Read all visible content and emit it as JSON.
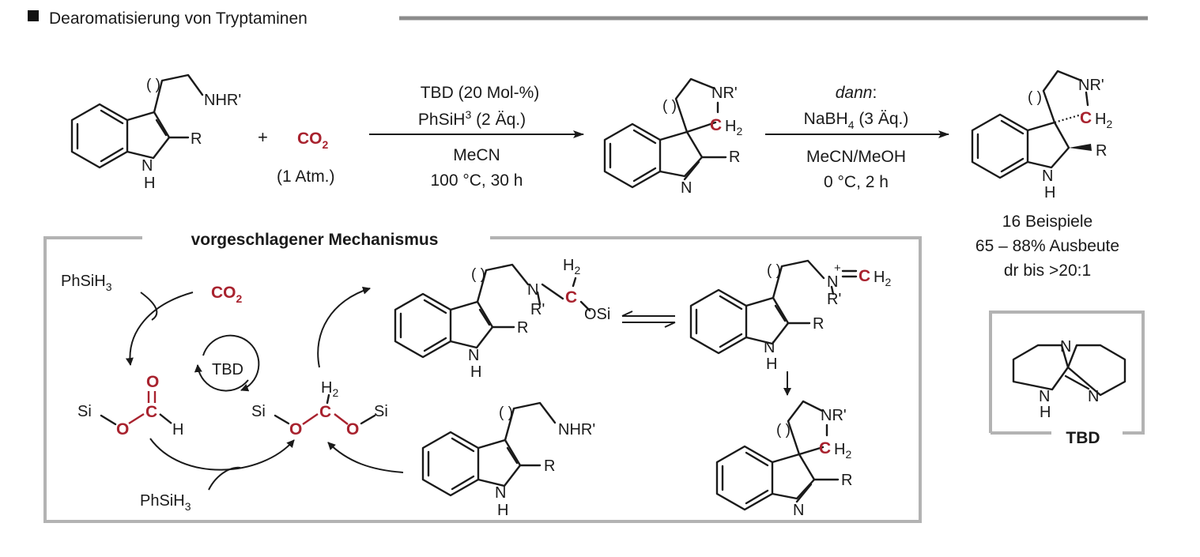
{
  "header": {
    "title": "Dearomatisierung von Tryptaminen"
  },
  "reaction": {
    "sm": {
      "nhr": "NHR'",
      "r": "R",
      "nh_n": "N",
      "nh_h": "H",
      "ring": "( )"
    },
    "plus": "+",
    "co2": "CO",
    "co2_sub": "2",
    "atm": "(1 Atm.)",
    "step1": {
      "l1": "TBD (20 Mol-%)",
      "l2_main": "PhSiH",
      "l2_sup": "3",
      "l2_rest": " (2 Äq.)",
      "l3": "MeCN",
      "l4": "100 °C, 30 h"
    },
    "int": {
      "nr": "NR'",
      "c": "C",
      "h2": "H",
      "sub2": "2",
      "r": "R",
      "n": "N",
      "ring": "( )"
    },
    "step2": {
      "l1": "dann",
      "l1_colon": ":",
      "l2_main": "NaBH",
      "l2_sub": "4",
      "l2_rest": " (3 Äq.)",
      "l3": "MeCN/MeOH",
      "l4": "0 °C, 2 h"
    },
    "prod": {
      "nr": "NR'",
      "c": "C",
      "h2": "H",
      "sub2": "2",
      "r": "R",
      "n": "N",
      "h": "H",
      "ring": "( )"
    },
    "results": {
      "l1": "16 Beispiele",
      "l2": "65 – 88% Ausbeute",
      "l3": "dr bis >20:1"
    }
  },
  "mechanism": {
    "title": "vorgeschlagener Mechanismus",
    "phsih3_top": "PhSiH",
    "phsih3_bottom": "PhSiH",
    "sub3": "3",
    "co2": "CO",
    "co2_sub": "2",
    "tbd": "TBD",
    "formate": {
      "o_top": "O",
      "c": "C",
      "si": "Si",
      "o": "O",
      "h": "H"
    },
    "acetal": {
      "h2": "H",
      "sub2": "2",
      "c": "C",
      "si_l": "Si",
      "si_r": "Si",
      "o_l": "O",
      "o_r": "O"
    },
    "amine_int": {
      "n": "N",
      "r": "R'",
      "h2": "H",
      "sub2": "2",
      "c": "C",
      "osi": "OSi",
      "rr": "R",
      "nh_n": "N",
      "nh_h": "H",
      "ring": "( )"
    },
    "iminium": {
      "n": "N",
      "plus": "+",
      "c": "C",
      "h2": "H",
      "sub2": "2",
      "r": "R'",
      "rr": "R",
      "nh_n": "N",
      "nh_h": "H",
      "ring": "( )"
    },
    "tryptamine": {
      "nhr": "NHR'",
      "r": "R",
      "nh_n": "N",
      "nh_h": "H",
      "ring": "( )"
    },
    "spiro": {
      "nr": "NR'",
      "c": "C",
      "h2": "H",
      "sub2": "2",
      "r": "R",
      "n": "N",
      "ring": "( )"
    }
  },
  "tbd_box": {
    "n_top": "N",
    "n_right": "N",
    "nh_n": "N",
    "nh_h": "H",
    "label": "TBD"
  },
  "colors": {
    "accent_red": "#a8222e",
    "frame_gray": "#b3b3b3",
    "text": "#1a1a1a"
  }
}
